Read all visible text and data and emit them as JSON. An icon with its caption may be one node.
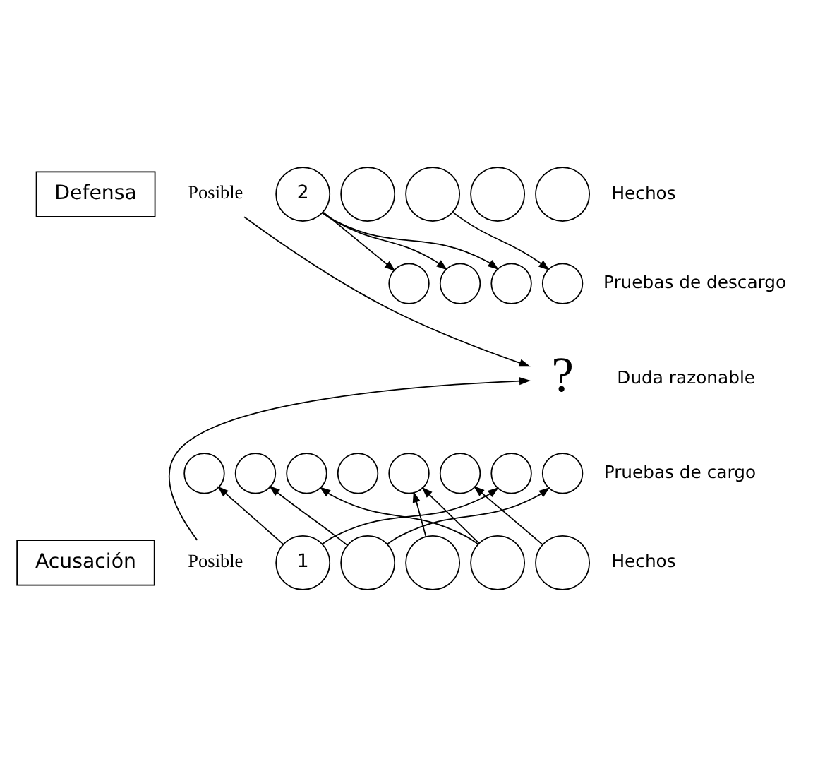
{
  "diagram": {
    "nodes": [
      {
        "text": [
          "Acusación"
        ]
      },
      {
        "text": [
          "Defensa"
        ]
      },
      {
        "text": [
          "Posible"
        ]
      },
      {
        "text": [
          "Posible"
        ]
      },
      {
        "text": [
          "?"
        ]
      },
      {
        "text": [
          "1"
        ]
      },
      {
        "text": [],
        "shape": "circle"
      },
      {
        "text": [],
        "shape": "circle"
      },
      {
        "text": [],
        "shape": "circle"
      },
      {
        "text": [],
        "shape": "circle"
      },
      {
        "text": [],
        "shape": "circle"
      },
      {
        "text": [],
        "shape": "circle"
      },
      {
        "text": [],
        "shape": "circle"
      },
      {
        "text": [],
        "shape": "circle"
      },
      {
        "text": [],
        "shape": "circle"
      },
      {
        "text": [],
        "shape": "circle"
      },
      {
        "text": [],
        "shape": "circle"
      },
      {
        "text": [],
        "shape": "circle"
      },
      {
        "text": [
          "2"
        ]
      },
      {
        "text": [],
        "shape": "circle"
      },
      {
        "text": [],
        "shape": "circle"
      },
      {
        "text": [],
        "shape": "circle"
      },
      {
        "text": [],
        "shape": "circle"
      },
      {
        "text": [],
        "shape": "circle"
      },
      {
        "text": [],
        "shape": "circle"
      },
      {
        "text": [],
        "shape": "circle"
      },
      {
        "text": [],
        "shape": "circle"
      }
    ],
    "edges": [
      {
        "from": 2,
        "to": 4,
        "arrow": "to"
      },
      {
        "from": 3,
        "to": 4,
        "arrow": "to"
      },
      {
        "from": 5,
        "to": 10,
        "arrow": "to"
      },
      {
        "from": 5,
        "to": 16,
        "arrow": "to"
      },
      {
        "from": 6,
        "to": 11,
        "arrow": "to"
      },
      {
        "from": 6,
        "to": 17,
        "arrow": "to"
      },
      {
        "from": 7,
        "to": 14,
        "arrow": "to"
      },
      {
        "from": 8,
        "to": 12,
        "arrow": "to"
      },
      {
        "from": 8,
        "to": 14,
        "arrow": "to"
      },
      {
        "from": 9,
        "to": 15,
        "arrow": "to"
      },
      {
        "from": 18,
        "to": 23,
        "arrow": "to"
      },
      {
        "from": 18,
        "to": 24,
        "arrow": "to"
      },
      {
        "from": 18,
        "to": 25,
        "arrow": "to"
      },
      {
        "from": 20,
        "to": 26,
        "arrow": "to"
      }
    ],
    "labels": [
      "Hechos",
      "Pruebas de descargo",
      "Duda razonable",
      "Pruebas de cargo",
      "Hechos"
    ]
  }
}
